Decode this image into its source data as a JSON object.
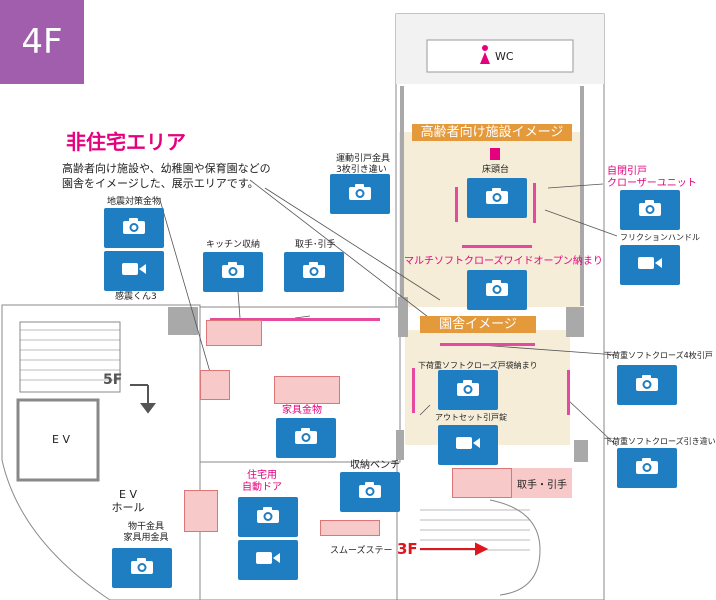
{
  "floor": "4F",
  "non_residential": {
    "title": "非住宅エリア",
    "desc_line1": "高齢者向け施設や、幼稚園や保育園などの",
    "desc_line2": "園舎をイメージした、展示エリアです。"
  },
  "labels": {
    "wc": "WC",
    "elderly_band": "高齢者向け施設イメージ",
    "nursery_band": "園舎イメージ",
    "bed": "床頭台",
    "doors_hw_1": "運動引戸金具",
    "doors_hw_2": "3枚引き違い",
    "self_close_1": "自閉引戸",
    "self_close_2": "クローザーユニット",
    "friction_handle": "フリクションハンドル",
    "multi_soft": "マルチソフトクローズワイドオープン納まり",
    "quake_hw": "地震対策金物",
    "quake_sub": "感震くん3",
    "kitchen": "キッチン収納",
    "handle_pull": "取手･引手",
    "down_4": "下荷重ソフトクローズ4枚引戸",
    "down_pocket": "下荷重ソフトクローズ戸袋納まり",
    "outset": "アウトセット引戸錠",
    "down_sliding": "下荷重ソフトクローズ引き違い",
    "furniture_hw": "家具金物",
    "residential_door_1": "住宅用",
    "residential_door_2": "自動ドア",
    "storage_bench": "収納ベンチ",
    "handle_pull_2": "取手・引手",
    "smooth_stay": "スムーズステー",
    "ev": "E V",
    "ev_hall_1": "E V",
    "ev_hall_2": "ホール",
    "hw_1": "物干金具",
    "hw_2": "家具用金具",
    "fivef": "5F",
    "threef": "3F"
  },
  "icons": {
    "camera": "camera-icon",
    "video": "video-icon",
    "toilet": "toilet-icon"
  },
  "colors": {
    "floor_badge": "#a05eac",
    "accent_pink": "#e5007e",
    "camera_blue": "#1f7dc1",
    "band_orange": "#e49a3a",
    "elderly_area": "#f5edd8",
    "arrow_red": "#e0161e"
  }
}
